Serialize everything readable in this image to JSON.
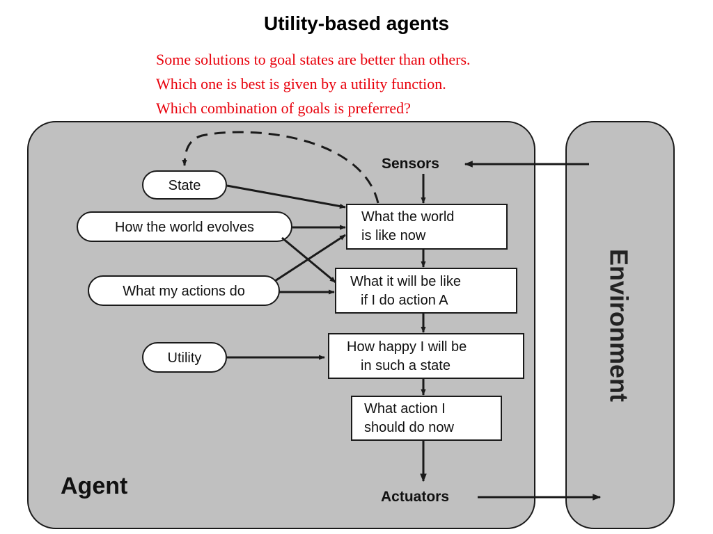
{
  "title": "Utility-based agents",
  "subtitle_lines": [
    "Some solutions to goal states are better than others.",
    "Which one is best is given by a utility function.",
    "Which combination of goals is preferred?"
  ],
  "diagram": {
    "agent_label": "Agent",
    "environment_label": "Environment",
    "sensors_label": "Sensors",
    "actuators_label": "Actuators",
    "ovals": {
      "state": "State",
      "how_world_evolves": "How the world evolves",
      "what_my_actions_do": "What my actions do",
      "utility": "Utility"
    },
    "boxes": {
      "world_now": [
        "What the world",
        "is like now"
      ],
      "world_if_action": [
        "What it will be like",
        "if I do action A"
      ],
      "how_happy": [
        "How happy I will be",
        "in such a state"
      ],
      "action_now": [
        "What action I",
        "should do now"
      ]
    }
  },
  "colors": {
    "subtitle": "#e8000b",
    "panel_fill": "#c0c0c0",
    "stroke": "#1a1a1a"
  }
}
